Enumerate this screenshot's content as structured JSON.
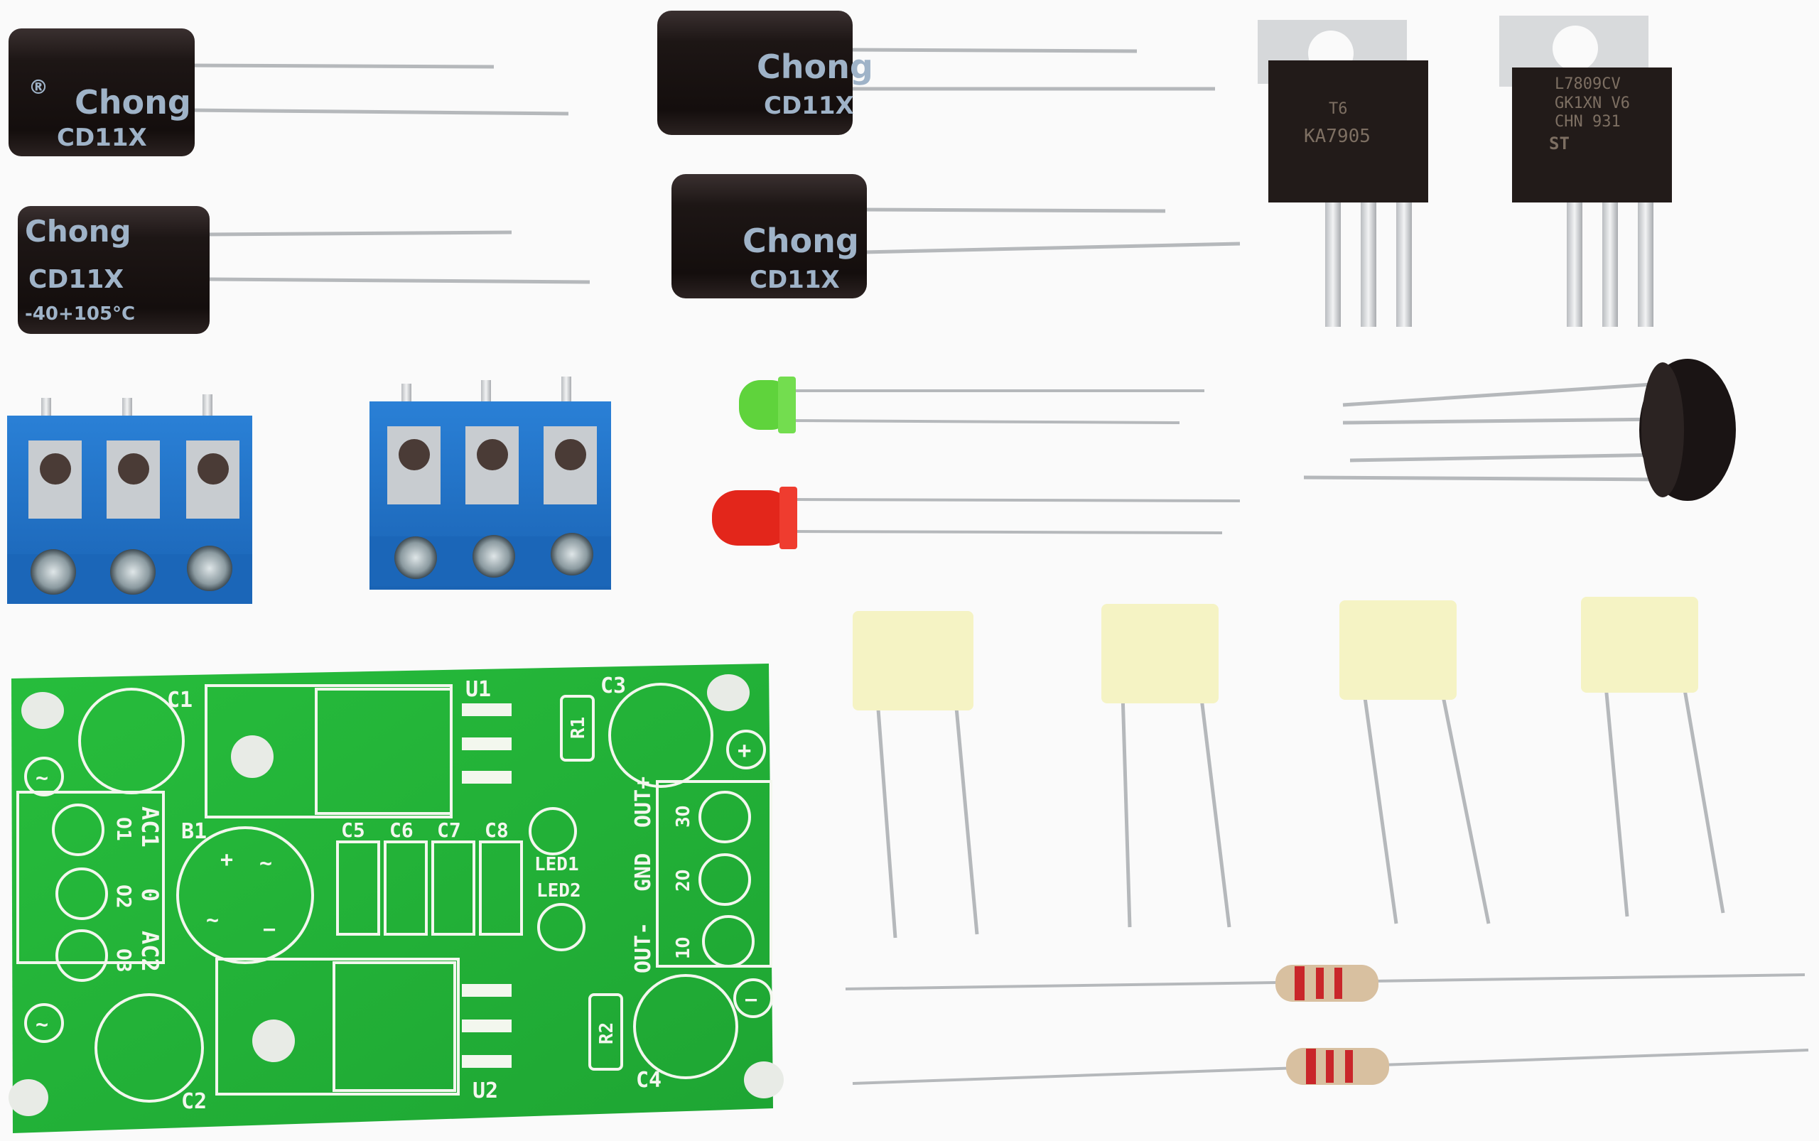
{
  "scene": {
    "description": "DC power supply kit components on white background",
    "background_color": "#fafafa"
  },
  "electrolytic_capacitors": {
    "brand": "Chong",
    "series": "CD11X",
    "temp_rating": "-40+105°C",
    "registered_mark": "®",
    "body_color": "#1d1615",
    "print_color": "#9fb3c8",
    "count": 4
  },
  "regulators": [
    {
      "part": "KA7905",
      "maker_mark": "T6",
      "label_lines": [
        "KA7905"
      ]
    },
    {
      "part": "L7809CV",
      "label_lines": [
        "L7809CV",
        "GK1XN  V6",
        "CHN 931"
      ],
      "logo": "ST"
    }
  ],
  "terminal_blocks": {
    "count": 2,
    "positions": 3,
    "color": "#1f6fc4"
  },
  "leds": [
    {
      "color_name": "green",
      "color": "#5fd33c"
    },
    {
      "color_name": "red",
      "color": "#e3261b"
    }
  ],
  "bridge_rectifier": {
    "color": "#1a1414",
    "leads": 4
  },
  "film_capacitors": {
    "count": 4,
    "color": "#f5f3c4"
  },
  "resistors": {
    "count": 2,
    "bands": [
      "red",
      "red",
      "red"
    ],
    "body_color": "#d8c0a0"
  },
  "pcb": {
    "color": "#22b437",
    "labels": {
      "c1": "C1",
      "c2": "C2",
      "c3": "C3",
      "c4": "C4",
      "c5": "C5",
      "c6": "C6",
      "c7": "C7",
      "c8": "C8",
      "u1": "U1",
      "u2": "U2",
      "b1": "B1",
      "r1": "R1",
      "r2": "R2",
      "led1": "LED1",
      "led2": "LED2",
      "ac1": "AC1",
      "ac2": "AC2",
      "zero": "0",
      "o1": "O1",
      "o2": "O2",
      "o3": "O3",
      "out_minus": "OUT-",
      "gnd": "GND",
      "out_plus": "OUT+",
      "p1": "1O",
      "p2": "2O",
      "p3": "3O",
      "plus": "+",
      "minus": "−",
      "tilde": "~",
      "plus_sign": "+",
      "minus_sign": "−"
    }
  }
}
